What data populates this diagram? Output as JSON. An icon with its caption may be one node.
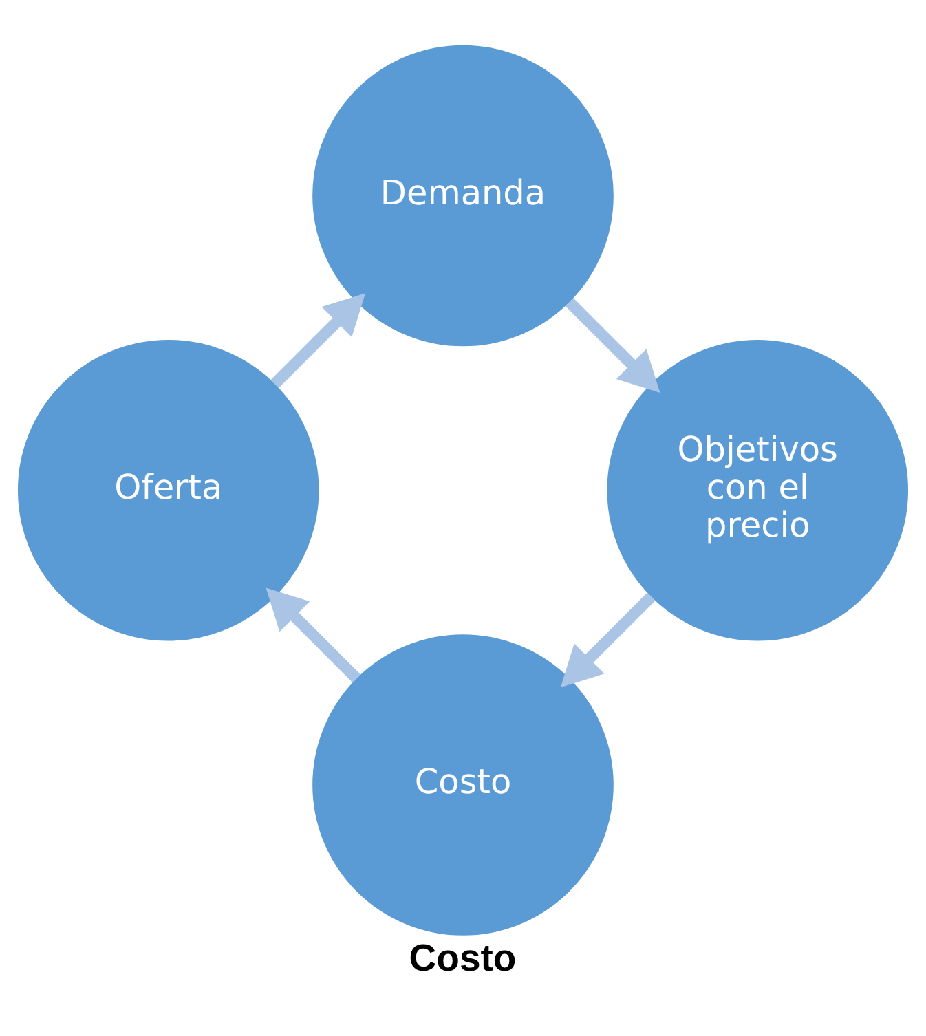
{
  "diagram": {
    "caption": "Costo",
    "nodes": [
      {
        "text": [
          "Costo"
        ]
      },
      {
        "text": [
          "Oferta"
        ]
      },
      {
        "text": [
          "Demanda"
        ]
      },
      {
        "text": [
          "Objetivos con el precio"
        ]
      }
    ],
    "edges": [
      {
        "from": 0,
        "to": 1,
        "arrow": "to"
      },
      {
        "from": 1,
        "to": 2,
        "arrow": "to"
      },
      {
        "from": 2,
        "to": 3,
        "arrow": "to"
      },
      {
        "from": 3,
        "to": 0,
        "arrow": "to"
      }
    ]
  }
}
